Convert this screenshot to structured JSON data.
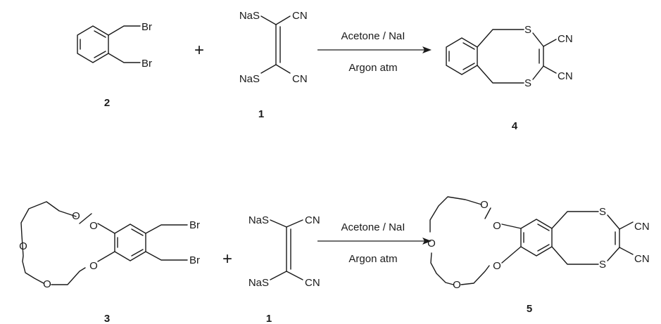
{
  "reactions": [
    {
      "reactant_a": {
        "number": "2",
        "labels": {
          "br_top": "Br",
          "br_bottom": "Br"
        }
      },
      "plus": "+",
      "reactant_b": {
        "number": "1",
        "labels": {
          "nas_top": "NaS",
          "nas_bottom": "NaS",
          "cn_top": "CN",
          "cn_bottom": "CN"
        }
      },
      "conditions": {
        "above": "Acetone / NaI",
        "below": "Argon atm"
      },
      "product": {
        "number": "4",
        "labels": {
          "s_top": "S",
          "s_bottom": "S",
          "cn_top": "CN",
          "cn_bottom": "CN"
        }
      }
    },
    {
      "reactant_a": {
        "number": "3",
        "labels": {
          "o1": "O",
          "o2": "O",
          "o3": "O",
          "o4": "O",
          "o5": "O",
          "br_top": "Br",
          "br_bottom": "Br"
        }
      },
      "plus": "+",
      "reactant_b": {
        "number": "1",
        "labels": {
          "nas_top": "NaS",
          "nas_bottom": "NaS",
          "cn_top": "CN",
          "cn_bottom": "CN"
        }
      },
      "conditions": {
        "above": "Acetone / NaI",
        "below": "Argon atm"
      },
      "product": {
        "number": "5",
        "labels": {
          "o1": "O",
          "o2": "O",
          "o3": "O",
          "o4": "O",
          "o5": "O",
          "s_top": "S",
          "s_bottom": "S",
          "cn_top": "CN",
          "cn_bottom": "CN"
        }
      }
    }
  ]
}
